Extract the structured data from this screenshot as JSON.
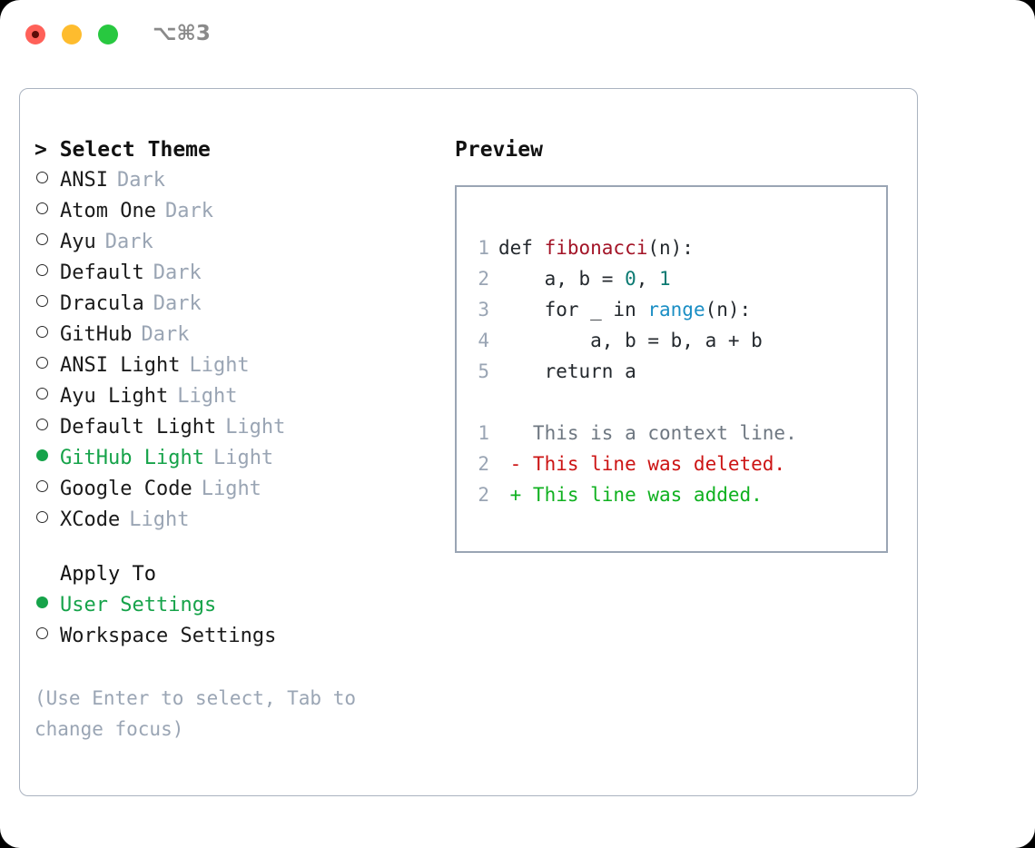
{
  "titlebar": {
    "shortcut": "⌥⌘3",
    "lights": [
      "close",
      "minimize",
      "zoom"
    ]
  },
  "theme_section": {
    "heading": "> Select Theme",
    "options": [
      {
        "label": "ANSI",
        "tag": "Dark",
        "selected": false
      },
      {
        "label": "Atom One",
        "tag": "Dark",
        "selected": false
      },
      {
        "label": "Ayu",
        "tag": "Dark",
        "selected": false
      },
      {
        "label": "Default",
        "tag": "Dark",
        "selected": false
      },
      {
        "label": "Dracula",
        "tag": "Dark",
        "selected": false
      },
      {
        "label": "GitHub",
        "tag": "Dark",
        "selected": false
      },
      {
        "label": "ANSI Light",
        "tag": "Light",
        "selected": false
      },
      {
        "label": "Ayu Light",
        "tag": "Light",
        "selected": false
      },
      {
        "label": "Default Light",
        "tag": "Light",
        "selected": false
      },
      {
        "label": "GitHub Light",
        "tag": "Light",
        "selected": true
      },
      {
        "label": "Google Code",
        "tag": "Light",
        "selected": false
      },
      {
        "label": "XCode",
        "tag": "Light",
        "selected": false
      }
    ]
  },
  "apply_to_section": {
    "heading": "Apply To",
    "options": [
      {
        "label": "User Settings",
        "selected": true
      },
      {
        "label": "Workspace Settings",
        "selected": false
      }
    ]
  },
  "hint": "(Use Enter to select, Tab to change focus)",
  "preview": {
    "title": "Preview",
    "code_lines": [
      {
        "number": "1",
        "tokens": [
          {
            "text": "def ",
            "type": "plain"
          },
          {
            "text": "fibonacci",
            "type": "fn"
          },
          {
            "text": "(n):",
            "type": "plain"
          }
        ]
      },
      {
        "number": "2",
        "tokens": [
          {
            "text": "    a, b = ",
            "type": "plain"
          },
          {
            "text": "0",
            "type": "num"
          },
          {
            "text": ", ",
            "type": "plain"
          },
          {
            "text": "1",
            "type": "num"
          }
        ]
      },
      {
        "number": "3",
        "tokens": [
          {
            "text": "    for _ in ",
            "type": "plain"
          },
          {
            "text": "range",
            "type": "call"
          },
          {
            "text": "(n):",
            "type": "plain"
          }
        ]
      },
      {
        "number": "4",
        "tokens": [
          {
            "text": "        a, b = b, a + b",
            "type": "plain"
          }
        ]
      },
      {
        "number": "5",
        "tokens": [
          {
            "text": "    return a",
            "type": "plain"
          }
        ]
      }
    ],
    "diff_lines": [
      {
        "number": "1",
        "sign": " ",
        "text": "This is a context line.",
        "type": "ctx"
      },
      {
        "number": "2",
        "sign": "-",
        "text": "This line was deleted.",
        "type": "del"
      },
      {
        "number": "2",
        "sign": "+",
        "text": "This line was added.",
        "type": "add"
      }
    ]
  },
  "colors": {
    "accent_green": "#16a34a",
    "muted": "#9aa5b4",
    "border": "#aab3c0",
    "preview_border": "#9aa5b4",
    "fn_red": "#a31427",
    "number_teal": "#0b7a72",
    "call_blue": "#1a8ec4",
    "diff_del": "#cc1414",
    "diff_add": "#10b120",
    "diff_ctx": "#6e7781",
    "light_red": "#ff6159",
    "light_yellow": "#febc2e",
    "light_green": "#28c840"
  }
}
